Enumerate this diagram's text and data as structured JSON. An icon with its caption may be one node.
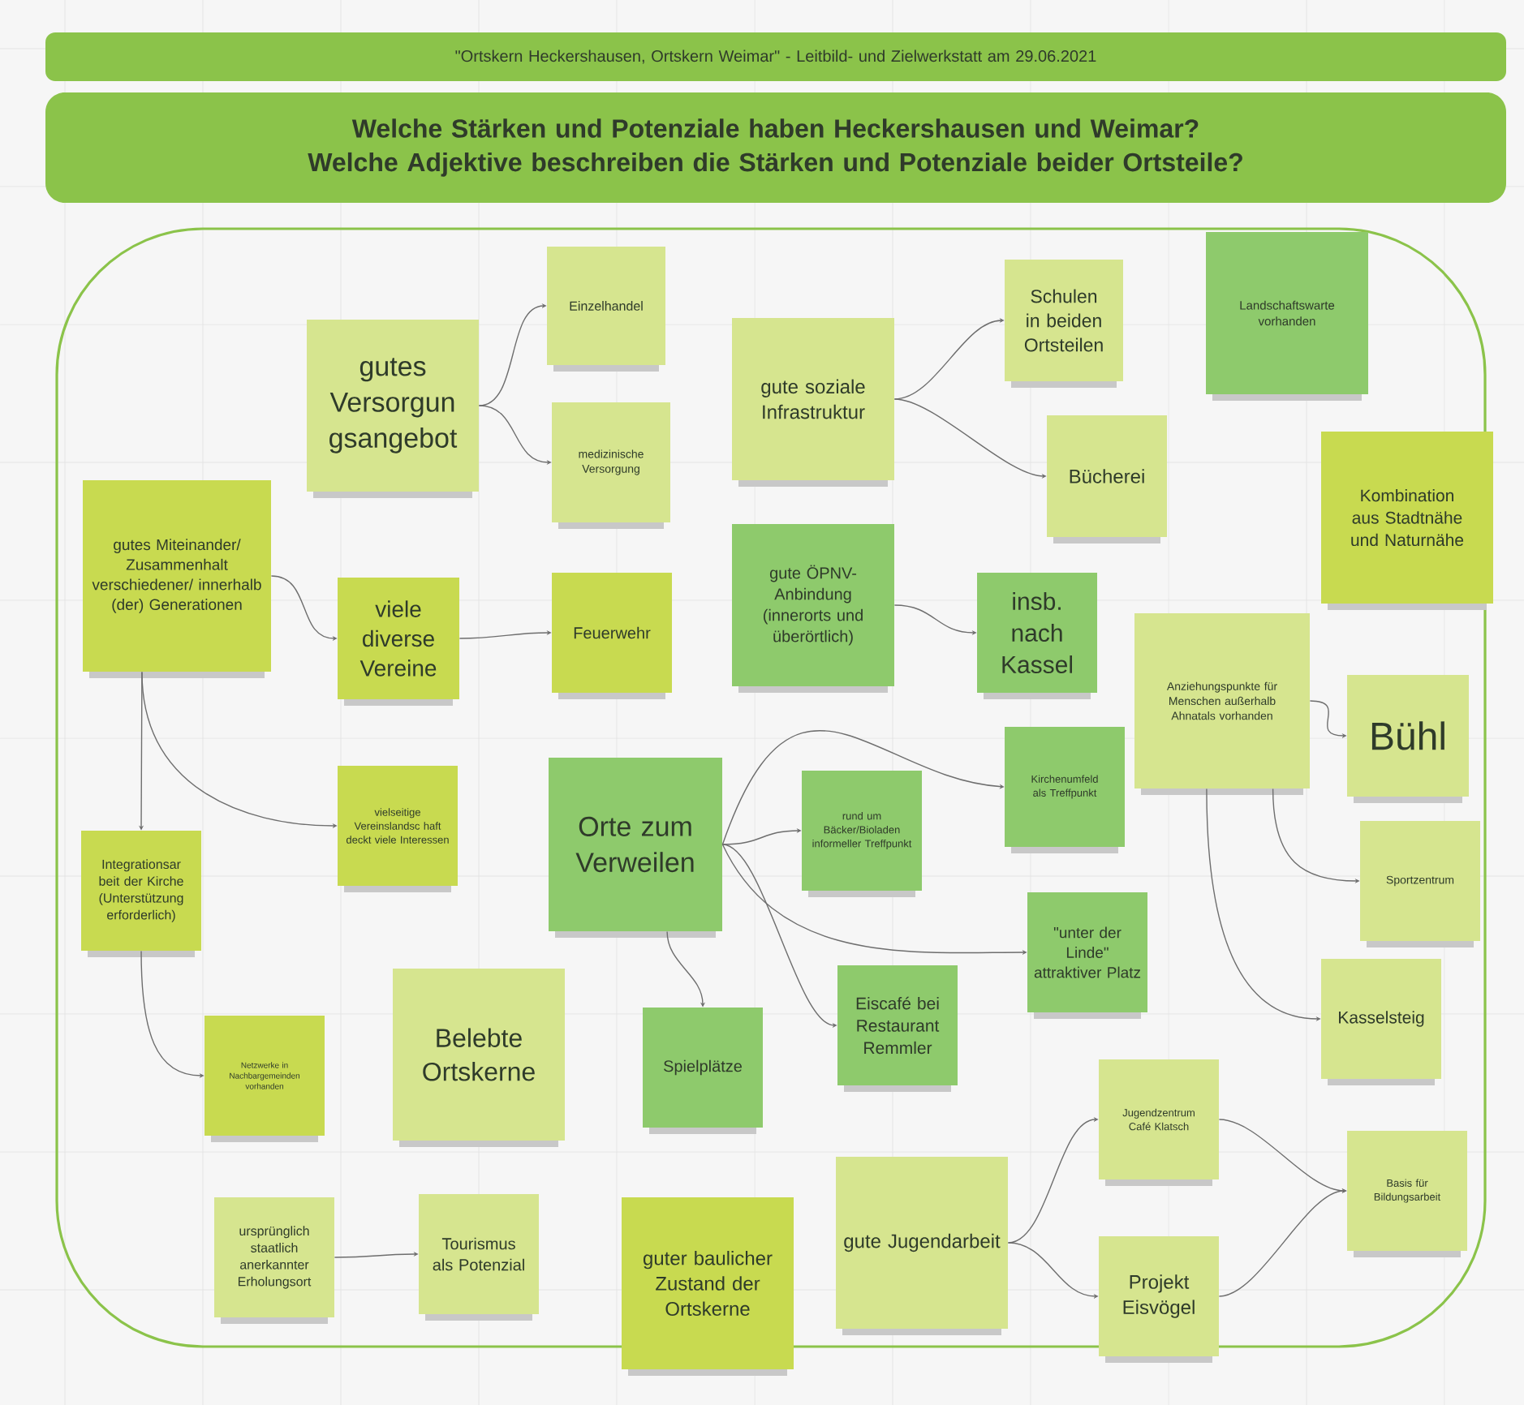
{
  "diagram": {
    "nodes": [
      {
        "text": [
          "\"Ortskern Heckershausen, Ortskern Weimar\" - Leitbild- und Zielwerkstatt am 29.06.2021"
        ]
      },
      {
        "text": [
          "Welche Stärken und Potenziale haben Heckershausen und Weimar? Welche Adjektive beschreiben die Stärken und Potenziale beider Ortsteile?"
        ]
      },
      {
        "text": [
          "Einzelhandel"
        ]
      },
      {
        "text": [
          "gutes Versorgun gsangebot"
        ]
      },
      {
        "text": [
          "medizinische Versorgung"
        ]
      },
      {
        "text": [
          "gute soziale Infrastruktur"
        ]
      },
      {
        "text": [
          "Schulen in beiden Ortsteilen"
        ]
      },
      {
        "text": [
          "Landschaftswarte vorhanden"
        ]
      },
      {
        "text": [
          "Bücherei"
        ]
      },
      {
        "text": [
          "Kombination aus Stadtnähe und Naturnähe"
        ]
      },
      {
        "text": [
          "gutes Miteinander/ Zusammenhalt verschiedener/ innerhalb (der) Generationen"
        ]
      },
      {
        "text": [
          "viele diverse Vereine"
        ]
      },
      {
        "text": [
          "Feuerwehr"
        ]
      },
      {
        "text": [
          "gute ÖPNV-Anbindung (innerorts und überörtlich)"
        ]
      },
      {
        "text": [
          "insb. nach Kassel"
        ]
      },
      {
        "text": [
          "Anziehungspunkte für Menschen außerhalb Ahnatals vorhanden"
        ]
      },
      {
        "text": [
          "Bühl"
        ]
      },
      {
        "text": [
          "vielseitige Vereinslandsc haft deckt viele Interessen"
        ]
      },
      {
        "text": [
          "Orte zum Verweilen"
        ]
      },
      {
        "text": [
          "Kirchenumfeld als Treffpunkt"
        ]
      },
      {
        "text": [
          "rund um Bäcker/Bioladen informeller Treffpunkt"
        ]
      },
      {
        "text": [
          "Integrationsar beit der Kirche (Unterstützung erforderlich)"
        ]
      },
      {
        "text": [
          "Sportzentrum"
        ]
      },
      {
        "text": [
          "\"unter der Linde\" attraktiver Platz"
        ]
      },
      {
        "text": [
          "Belebte Ortskerne"
        ]
      },
      {
        "text": [
          "Eiscafé bei Restaurant Remmler"
        ]
      },
      {
        "text": [
          "Spielplätze"
        ]
      },
      {
        "text": [
          "Kasselsteig"
        ]
      },
      {
        "text": [
          "Netzwerke in Nachbargemeinden vorhanden"
        ]
      },
      {
        "text": [
          "Jugendzentrum Café Klatsch"
        ]
      },
      {
        "text": [
          "Basis für Bildungsarbeit"
        ]
      },
      {
        "text": [
          "ursprünglich staatlich anerkannter Erholungsort"
        ]
      },
      {
        "text": [
          "Tourismus als Potenzial"
        ]
      },
      {
        "text": [
          "guter baulicher Zustand der Ortskerne"
        ]
      },
      {
        "text": [
          "gute Jugendarbeit"
        ]
      },
      {
        "text": [
          "Projekt Eisvögel"
        ]
      }
    ],
    "edges": [
      {
        "from": 3,
        "to": 2,
        "arrow": "to"
      },
      {
        "from": 3,
        "to": 4,
        "arrow": "to"
      },
      {
        "from": 5,
        "to": 6,
        "arrow": "to"
      },
      {
        "from": 5,
        "to": 8,
        "arrow": "to"
      },
      {
        "from": 10,
        "to": 11,
        "arrow": "to"
      },
      {
        "from": 11,
        "to": 12,
        "arrow": "to"
      },
      {
        "from": 13,
        "to": 14,
        "arrow": "to"
      },
      {
        "from": 15,
        "to": 16,
        "arrow": "to"
      },
      {
        "from": 15,
        "to": 22,
        "arrow": "to"
      },
      {
        "from": 15,
        "to": 27,
        "arrow": "to"
      },
      {
        "from": 10,
        "to": 21,
        "arrow": "to"
      },
      {
        "from": 10,
        "to": 17,
        "arrow": "to"
      },
      {
        "from": 21,
        "to": 28,
        "arrow": "to"
      },
      {
        "from": 18,
        "to": 19,
        "arrow": "to"
      },
      {
        "from": 18,
        "to": 20,
        "arrow": "to"
      },
      {
        "from": 18,
        "to": 23,
        "arrow": "to"
      },
      {
        "from": 18,
        "to": 25,
        "arrow": "to"
      },
      {
        "from": 18,
        "to": 26,
        "arrow": "to"
      },
      {
        "from": 31,
        "to": 32,
        "arrow": "to"
      },
      {
        "from": 34,
        "to": 29,
        "arrow": "to"
      },
      {
        "from": 34,
        "to": 35,
        "arrow": "to"
      },
      {
        "from": 29,
        "to": 30,
        "arrow": "to"
      },
      {
        "from": 35,
        "to": 30,
        "arrow": "to"
      }
    ]
  }
}
